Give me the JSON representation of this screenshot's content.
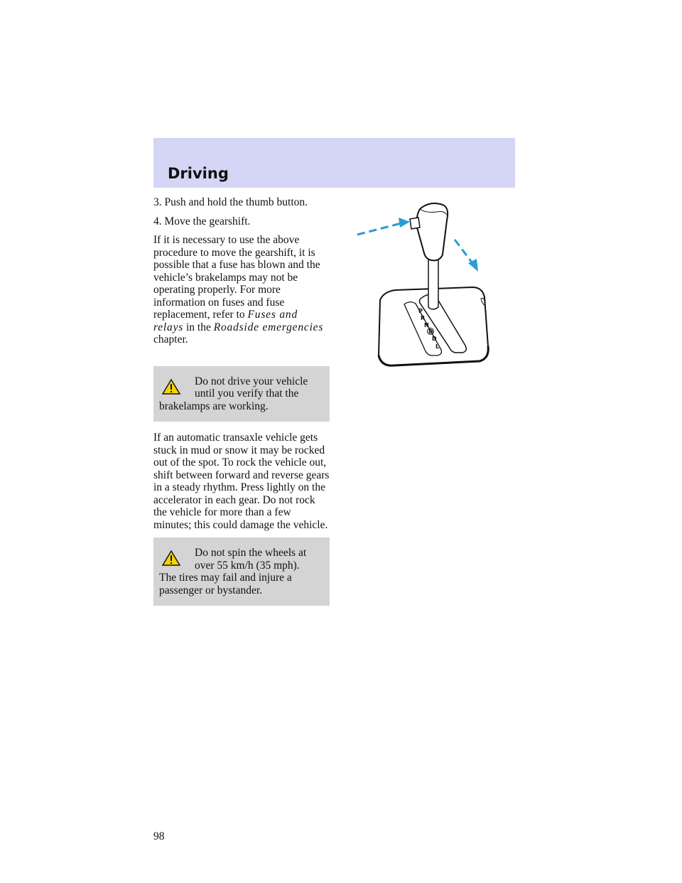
{
  "header": {
    "section_title": "Driving"
  },
  "steps": {
    "step3": "3. Push and hold the thumb button.",
    "step4": "4. Move the gearshift."
  },
  "paragraph1": {
    "text_before": "If it is necessary to use the above procedure to move the gearshift, it is possible that a fuse has blown and the vehicle’s brakelamps may not be operating properly. For more information on fuses and fuse replacement, refer to ",
    "em1": "Fuses and relays",
    "text_mid": " in the ",
    "em2": "Roadside emergencies",
    "text_after": " chapter."
  },
  "warning1": {
    "line1": "Do not drive your vehicle",
    "line2": "until you verify that the",
    "rest": "brakelamps are working."
  },
  "paragraph2": "If an automatic transaxle vehicle gets stuck in mud or snow it may be rocked out of the spot. To rock the vehicle out, shift between forward and reverse gears in a steady rhythm. Press lightly on the accelerator in each gear. Do not rock the vehicle for more than a few minutes; this could damage the vehicle.",
  "warning2": {
    "line1": "Do not spin the wheels at",
    "line2": "over 55 km/h (35 mph).",
    "rest": "The tires may fail and injure a passenger or bystander."
  },
  "figure": {
    "gear_labels": [
      "P",
      "R",
      "N",
      "D",
      "D",
      "L"
    ],
    "arrow_color": "#2a9bd6"
  },
  "page_number": "98",
  "colors": {
    "header_band": "#d5d5f5",
    "warning_box": "#d4d4d4"
  }
}
